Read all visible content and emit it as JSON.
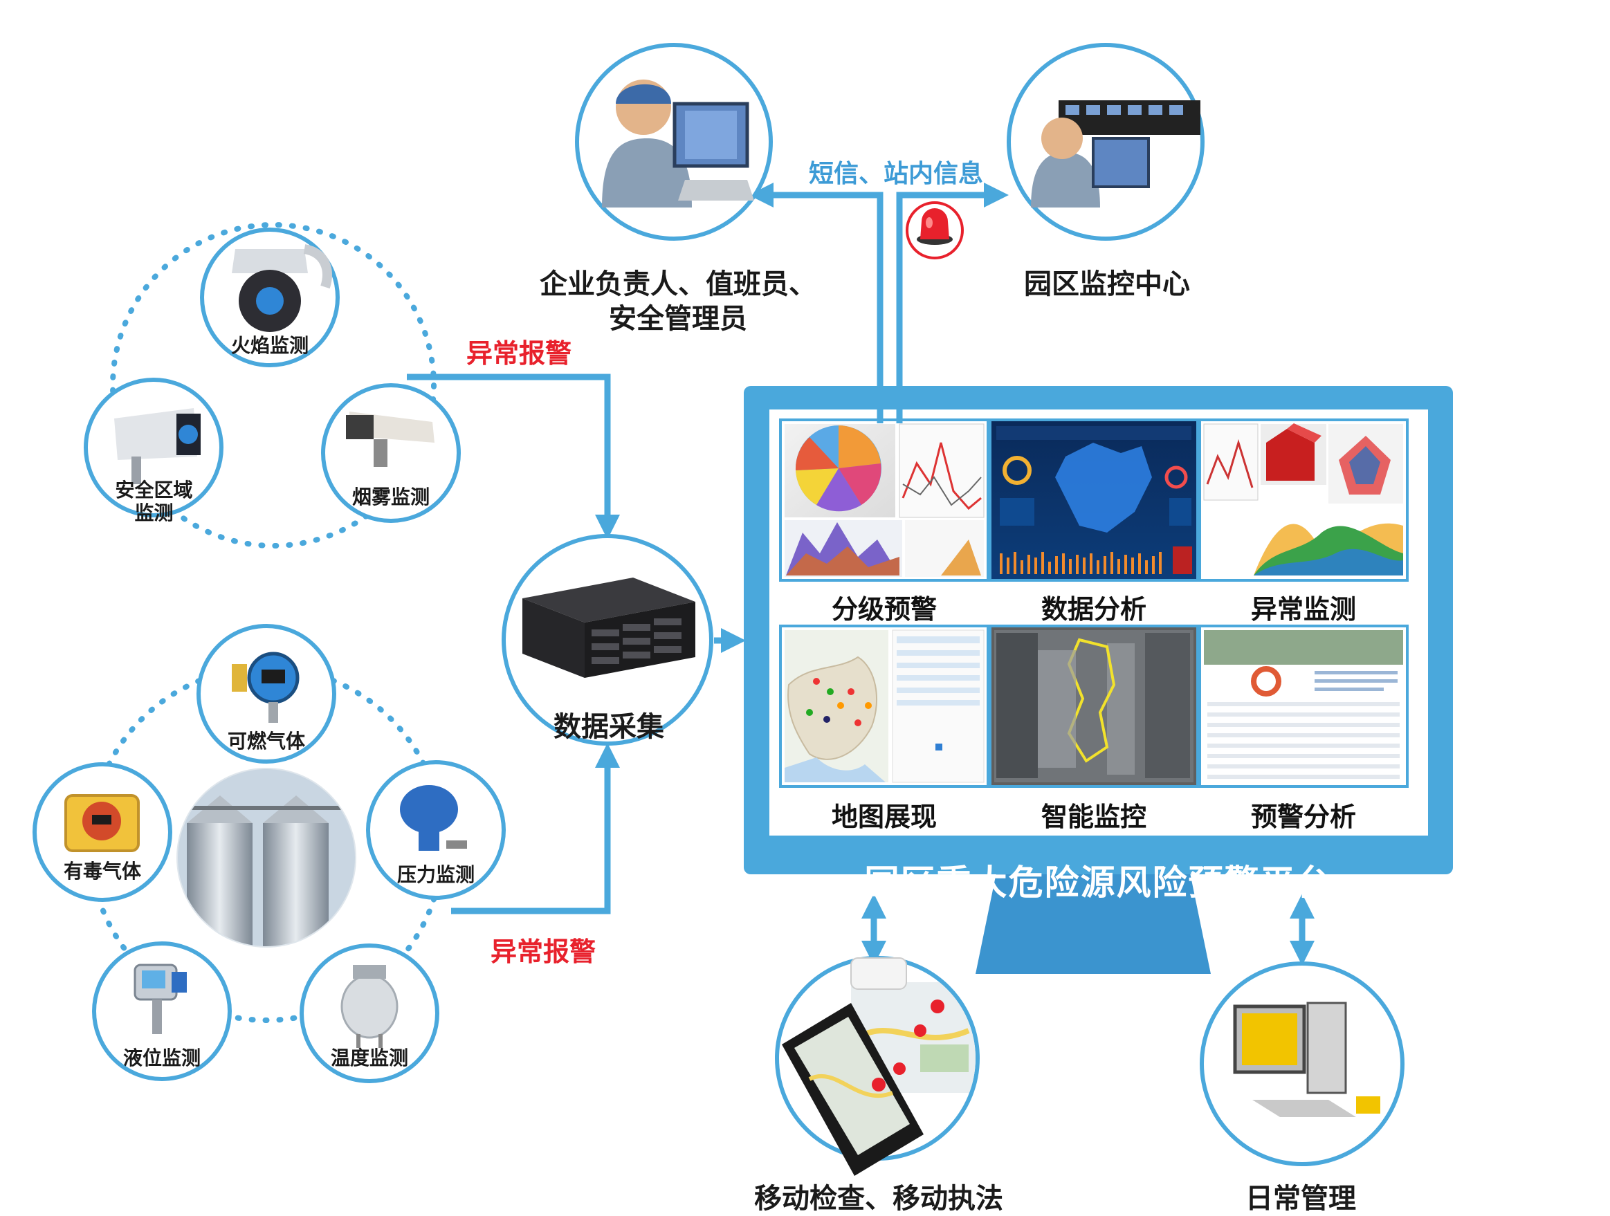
{
  "colors": {
    "accent_blue": "#4aa8dc",
    "dark_blue": "#1e6fb0",
    "alert_red": "#e8212c",
    "screen_bg": "#ffffff"
  },
  "platform": {
    "title": "园区重大危险源风险预警平台",
    "tiles": [
      {
        "label": "分级预警",
        "icon": "pie-chart-icon"
      },
      {
        "label": "数据分析",
        "icon": "dashboard-map-icon"
      },
      {
        "label": "异常监测",
        "icon": "radar-chart-icon"
      },
      {
        "label": "地图展现",
        "icon": "map-icon"
      },
      {
        "label": "智能监控",
        "icon": "video-monitor-icon"
      },
      {
        "label": "预警分析",
        "icon": "report-table-icon"
      }
    ]
  },
  "top": {
    "enterprise_line1": "企业负责人、值班员、",
    "enterprise_line2": "安全管理员",
    "park_center": "园区监控中心",
    "message_channel": "短信、站内信息"
  },
  "collection": {
    "label": "数据采集",
    "alarm_top": "异常报警",
    "alarm_bottom": "异常报警"
  },
  "sensors_top": {
    "fire": "火焰监测",
    "area_line1": "安全区域",
    "area_line2": "监测",
    "smoke": "烟雾监测"
  },
  "sensors_bottom": {
    "combustible": "可燃气体",
    "toxic": "有毒气体",
    "pressure": "压力监测",
    "level": "液位监测",
    "temperature": "温度监测"
  },
  "bottom": {
    "mobile": "移动检查、移动执法",
    "daily": "日常管理"
  }
}
